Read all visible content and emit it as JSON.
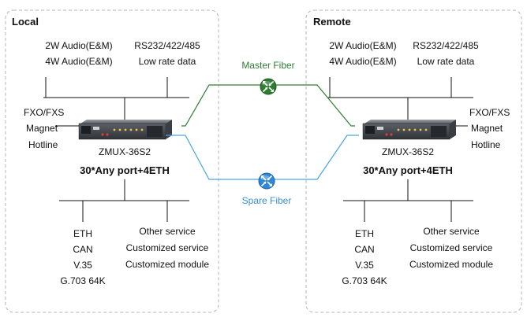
{
  "local": {
    "title": "Local",
    "top_left_labels": [
      "2W Audio(E&M)",
      "4W Audio(E&M)"
    ],
    "top_right_labels": [
      "RS232/422/485",
      "Low rate data"
    ],
    "side_labels": [
      "FXO/FXS",
      "Magnet",
      "Hotline"
    ],
    "device_model": "ZMUX-36S2",
    "device_capacity": "30*Any port+4ETH",
    "bottom_left_labels": [
      "ETH",
      "CAN",
      "V.35",
      "G.703 64K"
    ],
    "bottom_right_labels": [
      "Other service",
      "Customized service",
      "Customized module"
    ]
  },
  "remote": {
    "title": "Remote",
    "top_left_labels": [
      "2W Audio(E&M)",
      "4W Audio(E&M)"
    ],
    "top_right_labels": [
      "RS232/422/485",
      "Low rate data"
    ],
    "side_labels": [
      "FXO/FXS",
      "Magnet",
      "Hotline"
    ],
    "device_model": "ZMUX-36S2",
    "device_capacity": "30*Any port+4ETH",
    "bottom_left_labels": [
      "ETH",
      "CAN",
      "V.35",
      "G.703 64K"
    ],
    "bottom_right_labels": [
      "Other service",
      "Customized service",
      "Customized module"
    ]
  },
  "links": {
    "master_label": "Master Fiber",
    "spare_label": "Spare Fiber",
    "master_color": "#2e7d32",
    "spare_color": "#4aa3e6"
  }
}
